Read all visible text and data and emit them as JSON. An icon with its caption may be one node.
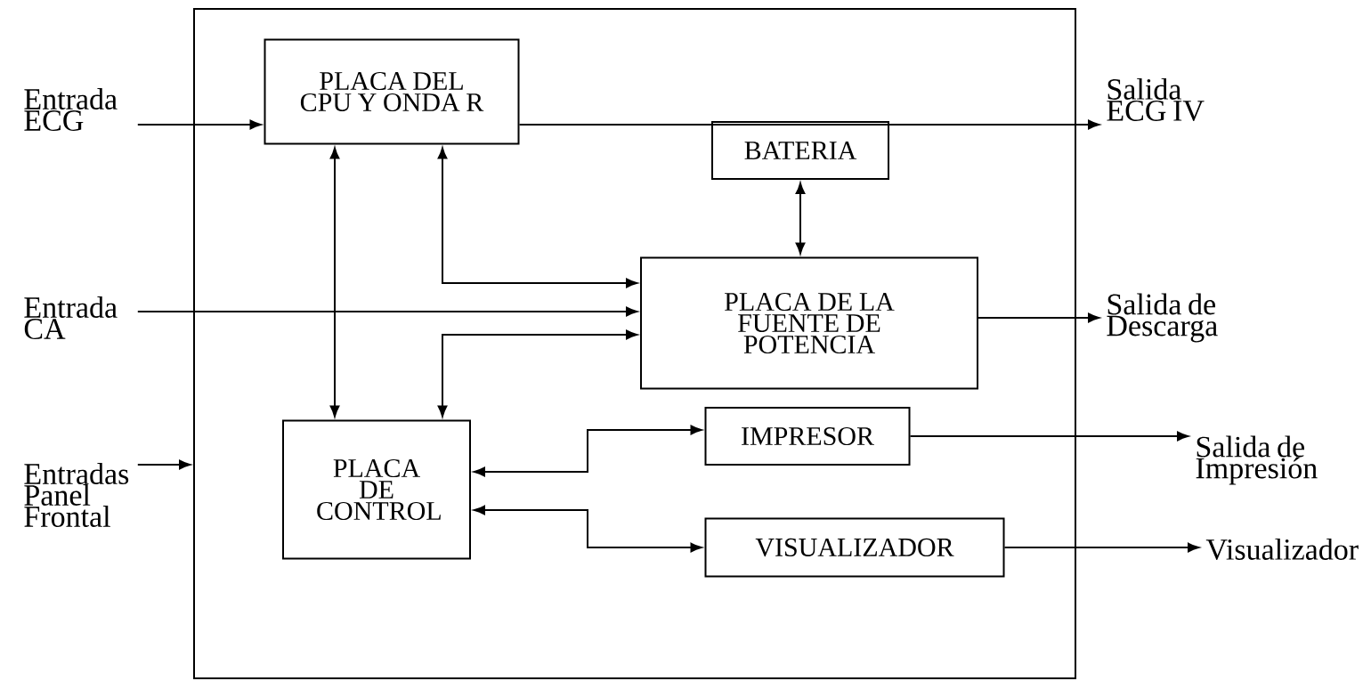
{
  "diagram": {
    "nodes": [
      {
        "text": [],
        "shape": "box"
      },
      {
        "text": [
          "PLACA DEL CPU Y ONDA R"
        ],
        "in": 0
      },
      {
        "text": [
          "BATERIA"
        ],
        "in": 0
      },
      {
        "text": [
          "PLACA DE LA FUENTE DE POTENCIA"
        ],
        "in": 0
      },
      {
        "text": [
          "PLACA DE CONTROL"
        ],
        "in": 0
      },
      {
        "text": [
          "IMPRESOR"
        ],
        "in": 0
      },
      {
        "text": [
          "VISUALIZADOR"
        ],
        "in": 0
      },
      {
        "text": [
          "Entrada ECG"
        ]
      },
      {
        "text": [
          "Entrada CA"
        ]
      },
      {
        "text": [
          "Entradas Panel Frontal"
        ]
      },
      {
        "text": [
          "Salida ECG IV"
        ]
      },
      {
        "text": [
          "Salida de Descarga"
        ]
      },
      {
        "text": [
          "Salida de Impresión"
        ]
      },
      {
        "text": [
          "Visualizador"
        ]
      }
    ],
    "edges": [
      {
        "from": 7,
        "to": 1,
        "arrow": "to"
      },
      {
        "from": 8,
        "to": 3,
        "arrow": "to"
      },
      {
        "from": 9,
        "to": 0,
        "arrow": "to"
      },
      {
        "from": 1,
        "to": 10,
        "arrow": "to"
      },
      {
        "from": 1,
        "to": 4,
        "arrow": "both"
      },
      {
        "from": 1,
        "to": 3,
        "arrow": "both"
      },
      {
        "from": 2,
        "to": 3,
        "arrow": "both"
      },
      {
        "from": 4,
        "to": 3,
        "arrow": "both"
      },
      {
        "from": 3,
        "to": 11,
        "arrow": "to"
      },
      {
        "from": 4,
        "to": 5,
        "arrow": "both"
      },
      {
        "from": 4,
        "to": 6,
        "arrow": "both"
      },
      {
        "from": 5,
        "to": 12,
        "arrow": "to"
      },
      {
        "from": 6,
        "to": 13,
        "arrow": "to"
      }
    ]
  }
}
